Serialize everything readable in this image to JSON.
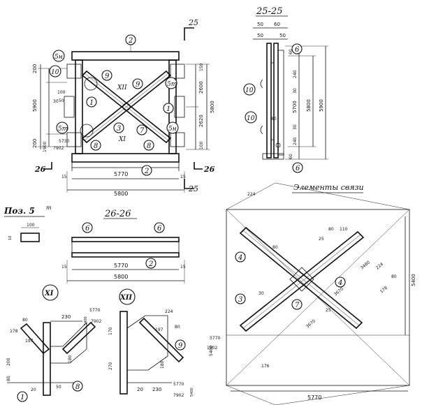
{
  "sections": {
    "s25": "25-25",
    "s26": "26-26",
    "cut25_top": "25",
    "cut25_bot": "25",
    "cut26_l": "26",
    "cut26_r": "26",
    "elements": "Элементы связи",
    "pos5": "Поз. 5",
    "pos5_sup": "т",
    "node11": "XI",
    "node12": "XII"
  },
  "marks": {
    "m1": "1",
    "m2": "2",
    "m3": "3",
    "m4": "4",
    "m5": "5",
    "m6": "6",
    "m7": "7",
    "m8": "8",
    "m9": "9",
    "m10": "10",
    "m5n": "5н",
    "m5t": "5т",
    "m11": "XII",
    "m12": "XI"
  },
  "dims": {
    "d5800": "5800",
    "d5770": "5770",
    "d15": "15",
    "d5400": "5400",
    "d5900": "5900",
    "d200": "200",
    "d2600": "2600",
    "d2620": "2620",
    "d100": "100",
    "d50": "50",
    "d60": "60",
    "d30": "30",
    "d80": "80",
    "d240": "240",
    "d5700": "5700",
    "d5730": "5730",
    "d7902": "7902",
    "d1900": "1900",
    "d224": "224",
    "d3480": "3480",
    "d3670": "3670",
    "d178": "178",
    "d176": "176",
    "d110": "110",
    "d25": "25",
    "d230": "230",
    "d20": "20",
    "d150": "150",
    "d170": "170",
    "d197": "197",
    "d270": "270",
    "d180": "180",
    "d10": "10",
    "d1902": "1902"
  }
}
